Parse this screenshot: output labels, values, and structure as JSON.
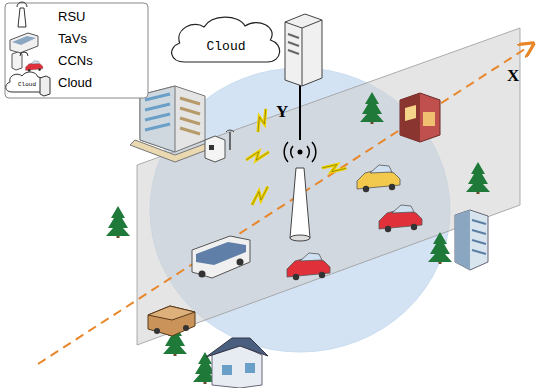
{
  "diagram": {
    "nodes": [
      {
        "text": [
          "Cloud"
        ]
      }
    ],
    "labels": [
      "Cloud",
      "Y",
      "X"
    ],
    "legend": [
      {
        "text": "RSU"
      },
      {
        "text": "TaVs"
      },
      {
        "text": "CCNs"
      },
      {
        "text": "Cloud"
      }
    ]
  }
}
